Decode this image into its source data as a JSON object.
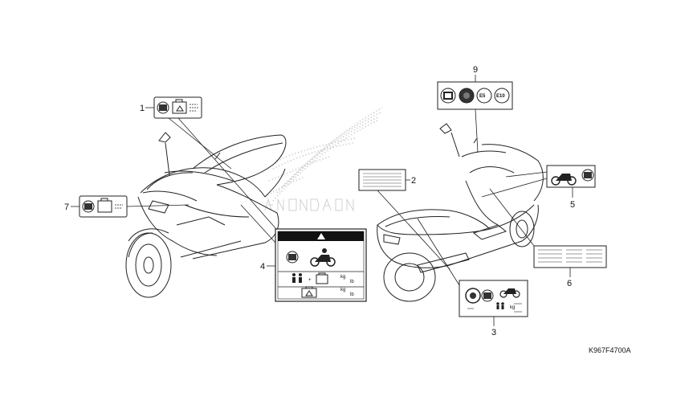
{
  "diagram_code": "K967F4700A",
  "callouts": [
    "1",
    "2",
    "3",
    "4",
    "5",
    "6",
    "7",
    "9"
  ],
  "label_9_icons": [
    "E5",
    "E10"
  ],
  "label_4_units": [
    "kg",
    "lb",
    "kg",
    "lb"
  ],
  "label_3_units": [
    "kg"
  ],
  "icons": [
    "fuel-pump-icon",
    "manual-book-icon",
    "luggage-icon",
    "motorcycle-icon",
    "person-icon",
    "tire-icon",
    "warning-triangle-icon"
  ]
}
